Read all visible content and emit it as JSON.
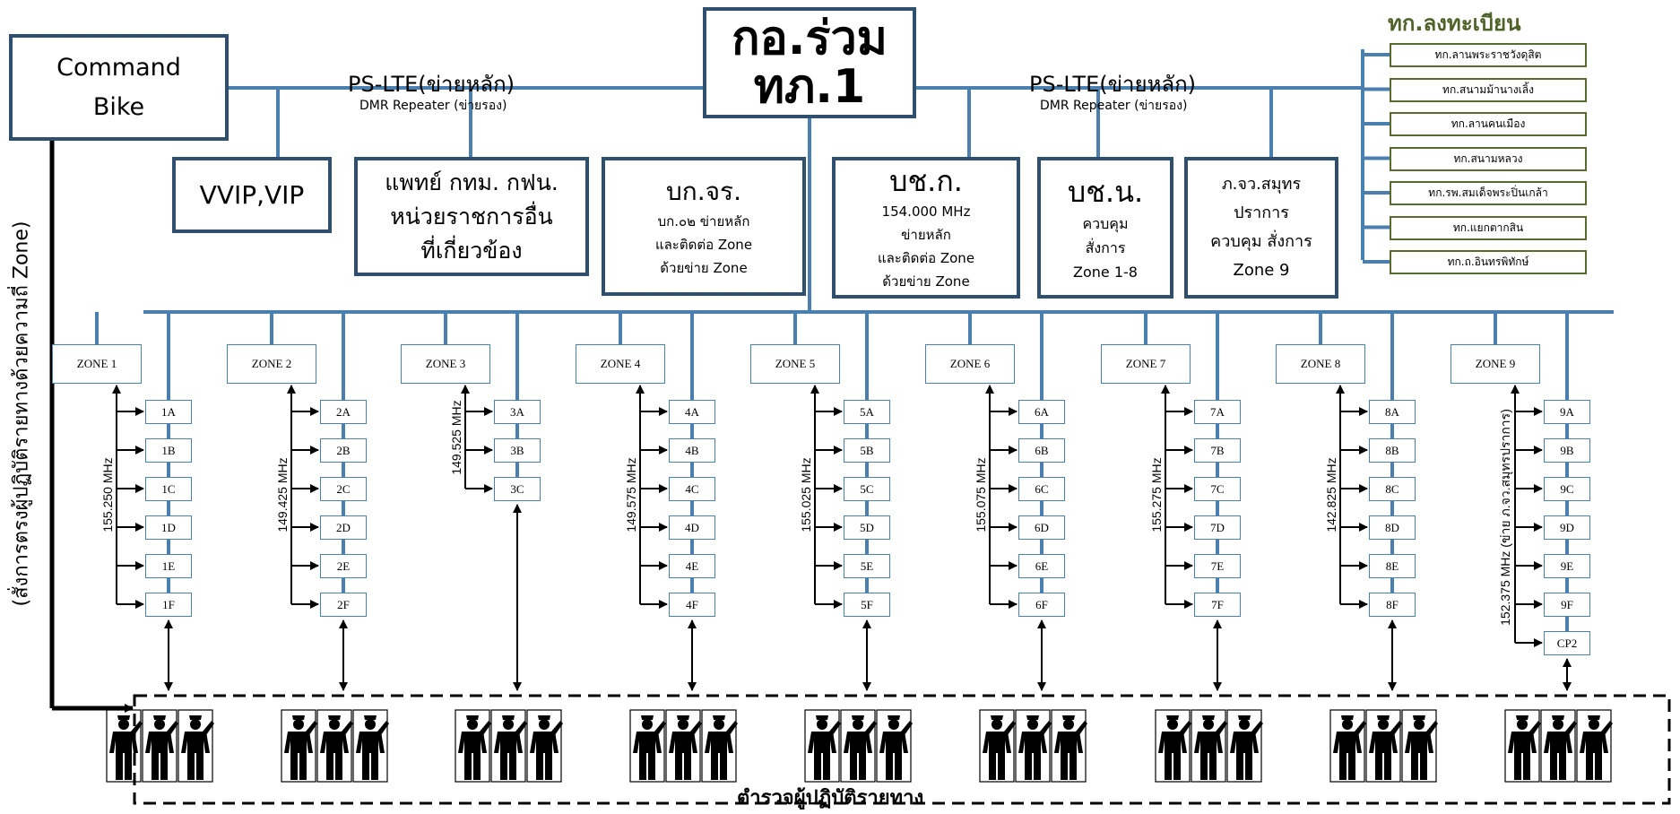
{
  "center": {
    "line1": "กอ.ร่วม",
    "line2": "ทภ.1"
  },
  "command_bike": {
    "line1": "Command",
    "line2": "Bike"
  },
  "left_network": {
    "main": "PS-LTE(ข่ายหลัก)",
    "sub": "DMR Repeater (ข่ายรอง)"
  },
  "right_network": {
    "main": "PS-LTE(ข่ายหลัก)",
    "sub": "DMR Repeater (ข่ายรอง)"
  },
  "units": {
    "vvip": "VVIP,VIP",
    "medical": {
      "line1": "แพทย์ กทม. กฟน.",
      "line2": "หน่วยราชการอื่น",
      "line3": "ที่เกี่ยวข้อง"
    },
    "bk_jr": {
      "title": "บก.จร.",
      "line1": "บก.๐๒ ข่ายหลัก",
      "line2": "และติดต่อ Zone",
      "line3": "ด้วยข่าย Zone"
    },
    "bch_k": {
      "title": "บช.ก.",
      "line1": "154.000 MHz",
      "line2": "ข่ายหลัก",
      "line3": "และติดต่อ Zone",
      "line4": "ด้วยข่าย Zone"
    },
    "bch_n": {
      "title": "บช.น.",
      "line1": "ควบคุม",
      "line2": "สั่งการ",
      "line3": "Zone 1-8"
    },
    "samut": {
      "line1": "ภ.จว.สมุทร",
      "line2": "ปราการ",
      "line3": "ควบคุม สั่งการ",
      "line4": "Zone 9"
    }
  },
  "registration": {
    "title": "ทก.ลงทะเบียน",
    "items": [
      "ทก.ลานพระราชวังดุสิต",
      "ทก.สนามม้านางเลิ้ง",
      "ทก.ลานคนเมือง",
      "ทก.สนามหลวง",
      "ทก.รพ.สมเด็จพระปิ่นเกล้า",
      "ทก.แยกตากสิน",
      "ทก.ถ.อินทรพิทักษ์"
    ]
  },
  "zones": [
    {
      "label": "ZONE 1",
      "freq": "155.250 MHz",
      "subs": [
        "1A",
        "1B",
        "1C",
        "1D",
        "1E",
        "1F"
      ]
    },
    {
      "label": "ZONE 2",
      "freq": "149.425 MHz",
      "subs": [
        "2A",
        "2B",
        "2C",
        "2D",
        "2E",
        "2F"
      ]
    },
    {
      "label": "ZONE 3",
      "freq": "149.525 MHz",
      "subs": [
        "3A",
        "3B",
        "3C"
      ]
    },
    {
      "label": "ZONE 4",
      "freq": "149.575 MHz",
      "subs": [
        "4A",
        "4B",
        "4C",
        "4D",
        "4E",
        "4F"
      ]
    },
    {
      "label": "ZONE 5",
      "freq": "155.025 MHz",
      "subs": [
        "5A",
        "5B",
        "5C",
        "5D",
        "5E",
        "5F"
      ]
    },
    {
      "label": "ZONE 6",
      "freq": "155.075 MHz",
      "subs": [
        "6A",
        "6B",
        "6C",
        "6D",
        "6E",
        "6F"
      ]
    },
    {
      "label": "ZONE 7",
      "freq": "155.275 MHz",
      "subs": [
        "7A",
        "7B",
        "7C",
        "7D",
        "7E",
        "7F"
      ]
    },
    {
      "label": "ZONE 8",
      "freq": "142.825 MHz",
      "subs": [
        "8A",
        "8B",
        "8C",
        "8D",
        "8E",
        "8F"
      ]
    },
    {
      "label": "ZONE 9",
      "freq": "152.375 MHz",
      "freq_note": "(ข่าย ภ.จว.สมุทรปราการ)",
      "subs": [
        "9A",
        "9B",
        "9C",
        "9D",
        "9E",
        "9F",
        "CP2"
      ]
    }
  ],
  "side_label": "(สั่งการตรงผู้ปฏิบัติรายทางด้วยความถี่ Zone)",
  "bottom_label": "ตำรวจผู้ปฏิบัติรายทาง",
  "colors": {
    "line": "#4a7fb0",
    "box_border": "#2f4f6f",
    "reg_border": "#5a6b2e",
    "reg_title": "#4f6228"
  }
}
